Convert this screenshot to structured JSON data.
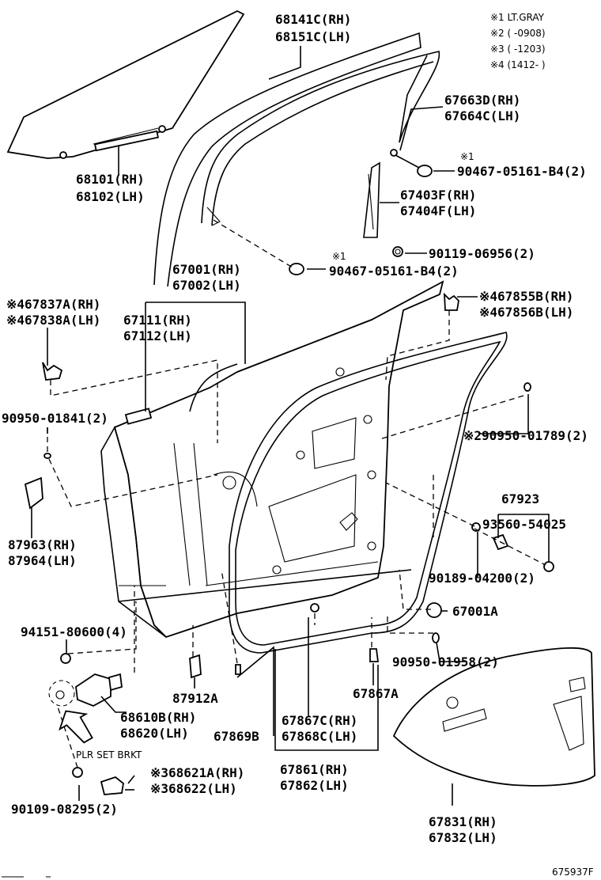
{
  "legend": {
    "note1": "※1 LT.GRAY",
    "note2": "※2 (      -0908)",
    "note3": "※3 (      -1203)",
    "note4": "※4 (1412-      )"
  },
  "labels": {
    "p68141c": "68141C(RH)",
    "p68151c": "68151C(LH)",
    "p67663d": "67663D(RH)",
    "p67664c": "67664C(LH)",
    "mark1a": "※1",
    "p90467a": "90467-05161-B4(2)",
    "p67403f": "67403F(RH)",
    "p67404f": "67404F(LH)",
    "p90119": "90119-06956(2)",
    "mark1b": "※1",
    "p90467b": "90467-05161-B4(2)",
    "p68101": "68101(RH)",
    "p68102": "68102(LH)",
    "p67001": "67001(RH)",
    "p67002": "67002(LH)",
    "p67837a": "※467837A(RH)",
    "p67838a": "※467838A(LH)",
    "p67111": "67111(RH)",
    "p67112": "67112(LH)",
    "p67855b": "※467855B(RH)",
    "p67856b": "※467856B(LH)",
    "p90950_01841": "90950-01841(2)",
    "p90950_01789": "※290950-01789(2)",
    "p67923": "67923",
    "p93560": "93560-54025",
    "p87963": "87963(RH)",
    "p87964": "87964(LH)",
    "p90189": "90189-04200(2)",
    "p67001a": "67001A",
    "p94151": "94151-80600(4)",
    "p90950_01958": "90950-01958(2)",
    "p87912a": "87912A",
    "p67867a": "67867A",
    "p68610b": "68610B(RH)",
    "p68620": "68620(LH)",
    "p67869b": "67869B",
    "p67867c": "67867C(RH)",
    "p67868c": "67868C(LH)",
    "plr": "PLR SET BRKT",
    "p68621a": "※368621A(RH)",
    "p68622": "※368622(LH)",
    "p67861": "67861(RH)",
    "p67862": "67862(LH)",
    "p90109": "90109-08295(2)",
    "p67831": "67831(RH)",
    "p67832": "67832(LH)",
    "drawing_no": "675937F"
  }
}
